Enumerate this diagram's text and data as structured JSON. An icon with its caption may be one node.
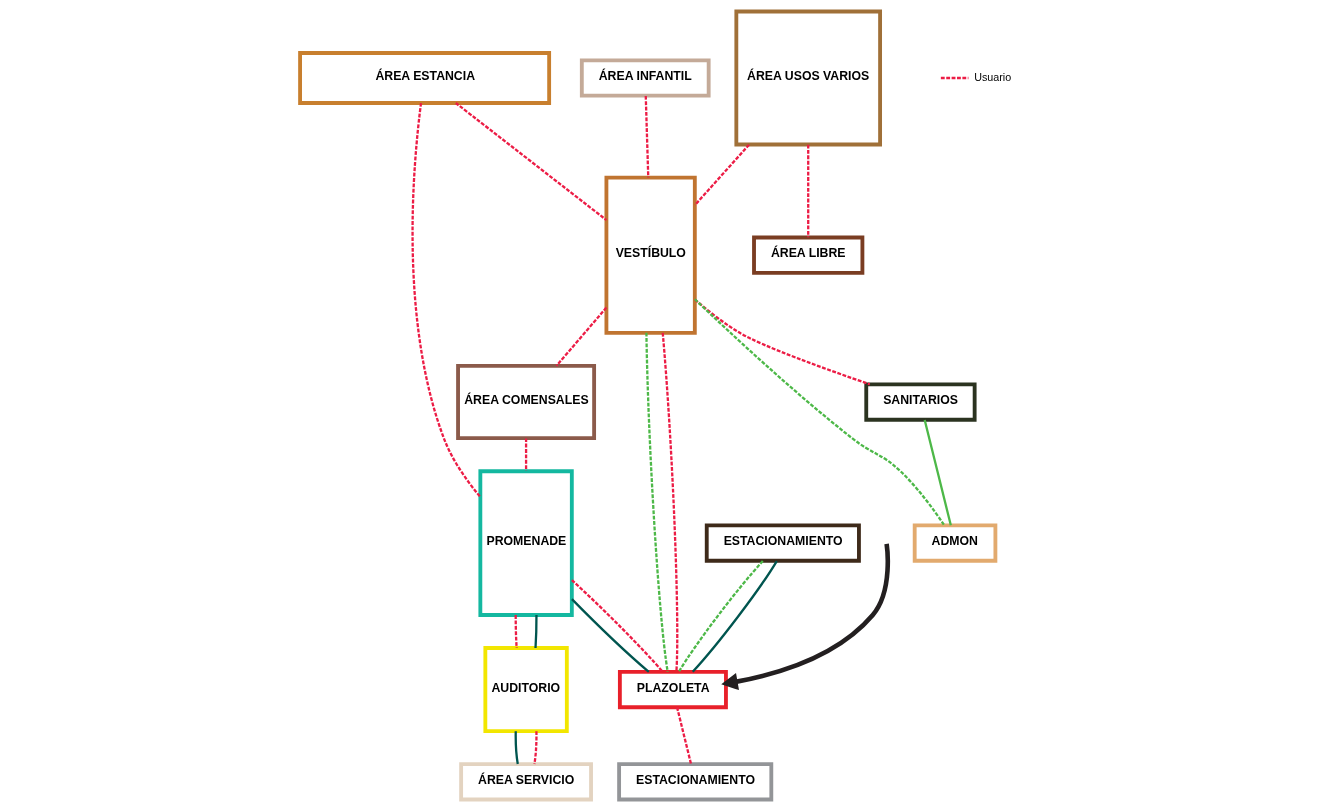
{
  "diagram": {
    "nodes": [
      {
        "text": [
          "ÁREA USOS VARIOS"
        ]
      },
      {
        "text": [
          "ÁREA ESTANCIA"
        ]
      },
      {
        "text": [
          "VESTÍBULO"
        ]
      },
      {
        "text": [
          "ÁREA COMENSALES"
        ]
      },
      {
        "text": [
          "PROMENADE"
        ]
      },
      {
        "text": [
          "AUDITORIO"
        ]
      },
      {
        "text": [
          "ÁREA LIBRE"
        ]
      },
      {
        "text": [
          "ÁREA INFANTIL"
        ]
      },
      {
        "text": [
          "SANITARIOS"
        ]
      },
      {
        "text": [
          "ADMON"
        ]
      },
      {
        "text": [
          "ÁREA SERVICIO"
        ]
      },
      {
        "text": [
          "ESTACIONAMIENTO"
        ]
      },
      {
        "text": [
          "PLAZOLETA"
        ]
      },
      {
        "text": [
          "ESTACIONAMIENTO"
        ]
      }
    ],
    "edges": [
      {
        "from": 1,
        "to": 2,
        "arrow": "none",
        "style": "dashed"
      },
      {
        "from": 1,
        "to": 4,
        "arrow": "none",
        "style": "dashed"
      },
      {
        "from": 0,
        "to": 2,
        "arrow": "none",
        "style": "dashed"
      },
      {
        "from": 2,
        "to": 3,
        "arrow": "none",
        "style": "dashed"
      },
      {
        "from": 3,
        "to": 4,
        "arrow": "none",
        "style": "dashed"
      },
      {
        "from": 4,
        "to": 5,
        "arrow": "none",
        "style": "dashed"
      },
      {
        "from": 4,
        "to": 5,
        "arrow": "none",
        "color": "#00554f"
      },
      {
        "from": 0,
        "to": 6,
        "arrow": "none",
        "style": "dashed"
      },
      {
        "from": 7,
        "to": 2,
        "arrow": "none",
        "style": "dashed"
      },
      {
        "from": 2,
        "to": 8,
        "arrow": "none",
        "style": "dashed"
      },
      {
        "from": 8,
        "to": 9,
        "arrow": "none",
        "color": "#4db848"
      },
      {
        "from": 2,
        "to": 9,
        "arrow": "none",
        "style": "dashed",
        "color": "#4db848"
      },
      {
        "from": 5,
        "to": 10,
        "arrow": "none",
        "color": "#00554f"
      },
      {
        "from": 5,
        "to": 10,
        "arrow": "none",
        "style": "dashed"
      },
      {
        "from": 2,
        "to": 12,
        "arrow": "none",
        "style": "dashed",
        "color": "#4db848"
      },
      {
        "from": 2,
        "to": 12,
        "arrow": "none",
        "style": "dashed"
      },
      {
        "from": 4,
        "to": 12,
        "arrow": "none",
        "color": "#00554f"
      },
      {
        "from": 4,
        "to": 12,
        "arrow": "none",
        "style": "dashed"
      },
      {
        "from": 11,
        "to": 12,
        "arrow": "none",
        "style": "dashed",
        "color": "#4db848"
      },
      {
        "from": 11,
        "to": 12,
        "arrow": "none",
        "color": "#00554f"
      },
      {
        "from": 12,
        "to": 13,
        "arrow": "none",
        "style": "dashed"
      },
      {
        "from": null,
        "to": 12,
        "arrow": "to",
        "style": "thick",
        "color": "#231f20"
      }
    ],
    "legend": [
      {
        "text": "Usuario"
      }
    ]
  }
}
